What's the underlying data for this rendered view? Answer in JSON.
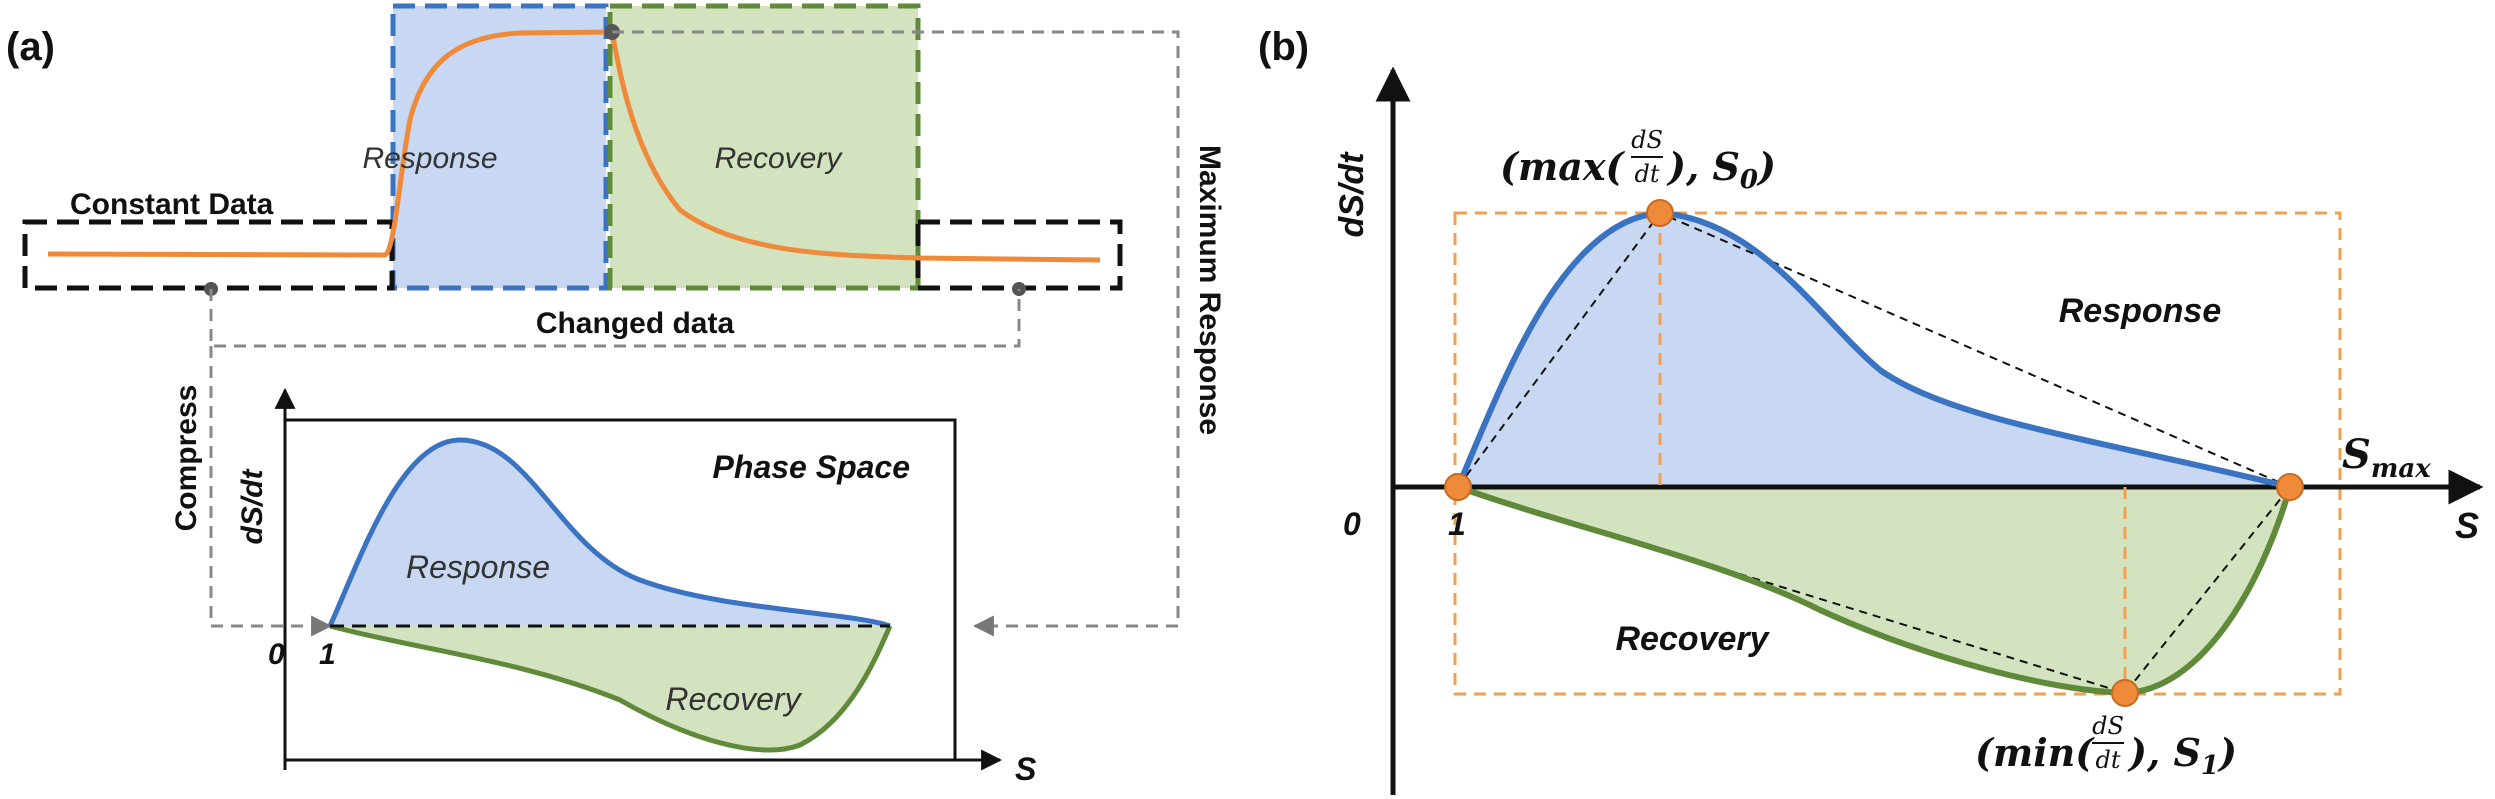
{
  "panel_a": {
    "panel_label": "(a)",
    "constant_data_label": "Constant Data",
    "response_label": "Response",
    "recovery_label": "Recovery",
    "changed_data_label": "Changed data",
    "maximum_response_label": "Maximum Response",
    "compress_label": "Compress",
    "phase_space": {
      "title": "Phase Space",
      "ylabel": "dS/dt",
      "xlabel": "S",
      "origin_label": "0",
      "start_label": "1",
      "response_label": "Response",
      "recovery_label": "Recovery"
    }
  },
  "panel_b": {
    "panel_label": "(b)",
    "ylabel": "dS/dt",
    "xlabel": "S",
    "origin_label": "0",
    "start_label": "1",
    "response_label": "Response",
    "recovery_label": "Recovery",
    "max_point": {
      "open": "(",
      "func": "max",
      "paren_open": "(",
      "frac_num": "dS",
      "frac_den": "dt",
      "sep": "), ",
      "var": "S",
      "sub": "0",
      "close": ")"
    },
    "min_point": {
      "open": "(",
      "func": "min",
      "paren_open": "(",
      "frac_num": "dS",
      "frac_den": "dt",
      "sep": "), ",
      "var": "S",
      "sub": "1",
      "close": ")"
    },
    "smax": {
      "var": "S",
      "sub": "max"
    }
  },
  "colors": {
    "signal_orange": "#ee8a3a",
    "response_blue_line": "#3a73c1",
    "response_blue_fill": "#c8d8f2",
    "recovery_green_line": "#5f8a3a",
    "recovery_green_fill": "#d3e2bf",
    "dash_orange": "#f0a050",
    "dot_orange": "#ee8a3a",
    "grey": "#888888",
    "black": "#111111"
  }
}
